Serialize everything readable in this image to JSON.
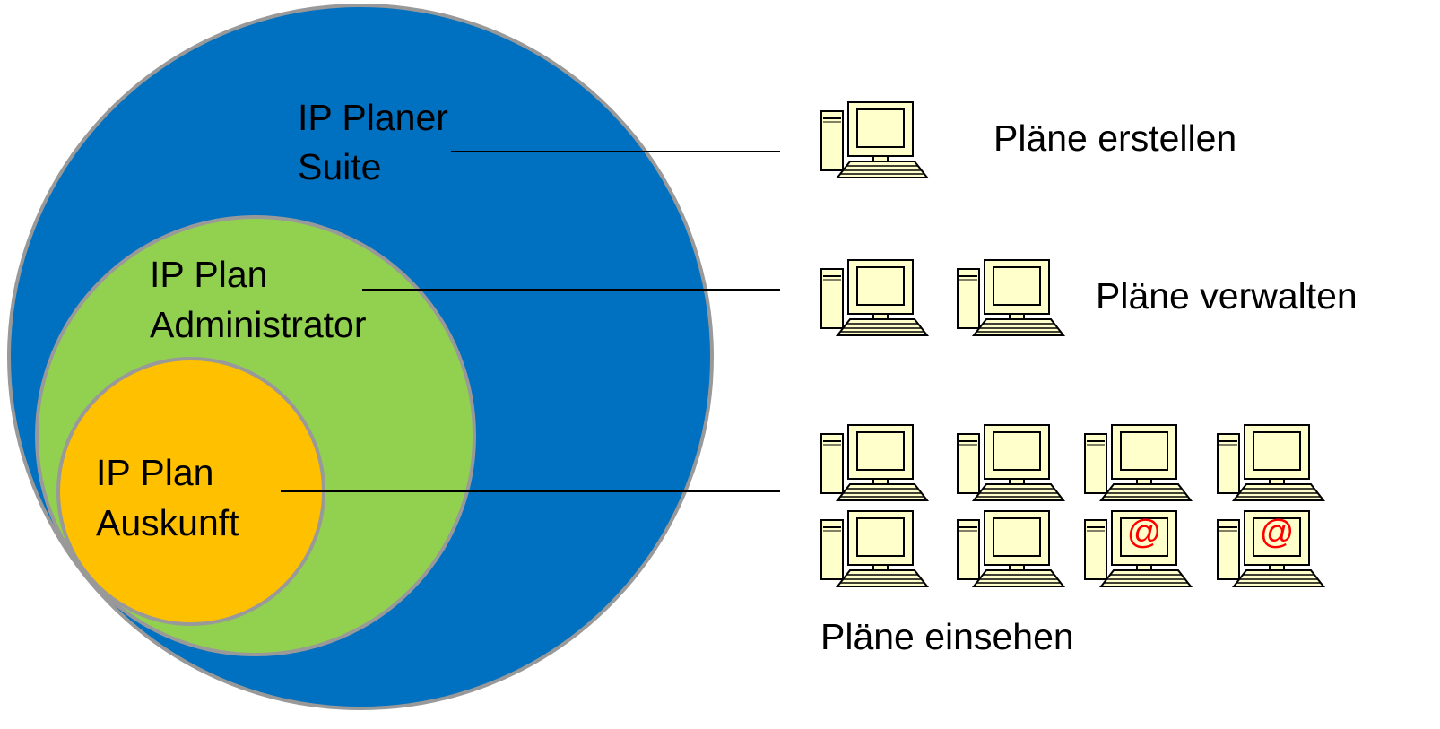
{
  "colors": {
    "outer_circle": "#0070C0",
    "middle_circle": "#92D050",
    "inner_circle": "#FFC000",
    "circle_border": "#999999",
    "computer_body": "#FFFFCC",
    "at_sign": "#FF0000"
  },
  "circles": {
    "outer_label_line1": "IP Planer",
    "outer_label_line2": "Suite",
    "middle_label_line1": "IP Plan",
    "middle_label_line2": "Administrator",
    "inner_label_line1": "IP Plan",
    "inner_label_line2": "Auskunft"
  },
  "tiers": [
    {
      "label": "Pläne erstellen",
      "computer_count": 1
    },
    {
      "label": "Pläne verwalten",
      "computer_count": 2
    },
    {
      "label": "Pläne einsehen",
      "computer_count": 8,
      "web_clients": 2
    }
  ],
  "icon": "desktop-computer-icon",
  "web_icon_symbol": "@"
}
